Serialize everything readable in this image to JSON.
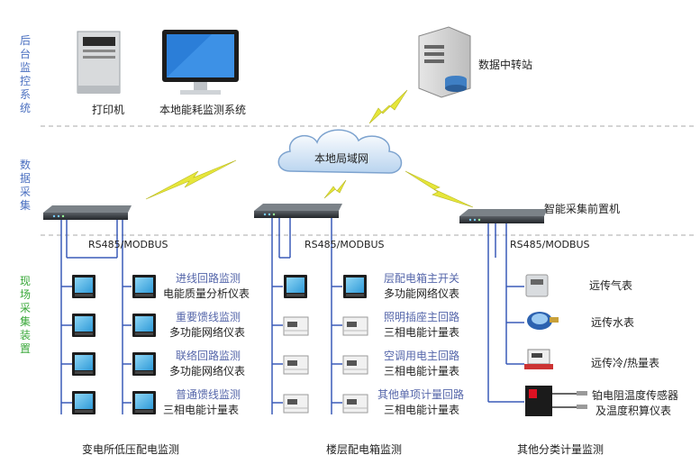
{
  "side_labels": {
    "backend": "后台监控系统",
    "data_collection": "数据采集",
    "field_collection": "现场采集装置"
  },
  "top": {
    "printer": "打印机",
    "local_monitor": "本地能耗监测系统",
    "data_relay": "数据中转站",
    "lan": "本地局域网",
    "front_unit": "智能采集前置机"
  },
  "bus_label": "RS485/MODBUS",
  "col1": {
    "items": [
      {
        "title": "进线回路监测",
        "sub": "电能质量分析仪表"
      },
      {
        "title": "重要馈线监测",
        "sub": "多功能网络仪表"
      },
      {
        "title": "联络回路监测",
        "sub": "多功能网络仪表"
      },
      {
        "title": "普通馈线监测",
        "sub": "三相电能计量表"
      }
    ],
    "footer": "变电所低压配电监测"
  },
  "col2": {
    "items": [
      {
        "title": "层配电箱主开关",
        "sub": "多功能网络仪表"
      },
      {
        "title": "照明插座主回路",
        "sub": "三相电能计量表"
      },
      {
        "title": "空调用电主回路",
        "sub": "三相电能计量表"
      },
      {
        "title": "其他单项计量回路",
        "sub": "三相电能计量表"
      }
    ],
    "footer": "楼层配电箱监测"
  },
  "col3": {
    "items": [
      "远传气表",
      "远传水表",
      "远传冷/热量表"
    ],
    "sensor_line1": "铂电阻温度传感器",
    "sensor_line2": "及温度积算仪表",
    "footer": "其他分类计量监测"
  },
  "colors": {
    "side_label_blue": "#4a6fc0",
    "side_label_green": "#3aa83a",
    "title_blue": "#5566aa",
    "wire": "#3a5bb8",
    "lightning": "#e6e63a"
  }
}
